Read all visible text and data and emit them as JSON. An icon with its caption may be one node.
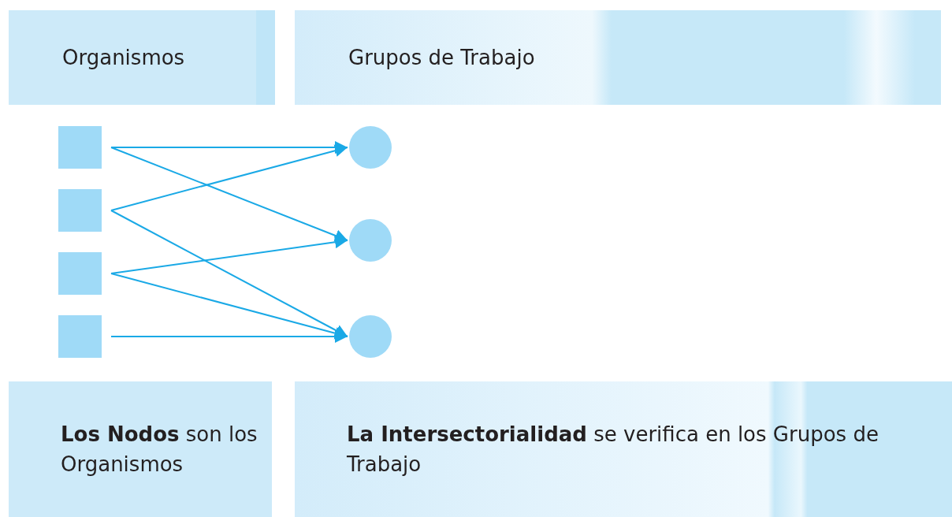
{
  "diagram": {
    "nodes": [
      {
        "text": [
          "Organismos"
        ]
      },
      {
        "text": [
          "Grupos de Trabajo"
        ]
      },
      {
        "text": [],
        "shape": "box"
      },
      {
        "text": [],
        "shape": "box"
      },
      {
        "text": [],
        "shape": "box"
      },
      {
        "text": [],
        "shape": "box"
      },
      {
        "text": [],
        "shape": "circle"
      },
      {
        "text": [],
        "shape": "circle"
      },
      {
        "text": [],
        "shape": "circle"
      },
      {
        "text": [
          "**Los Nodos** son los Organismos"
        ]
      },
      {
        "text": [
          "**La Intersectorialidad** se verifica en los Grupos de Trabajo"
        ]
      }
    ],
    "edges": [
      {
        "from": 2,
        "to": 6,
        "arrow": "to"
      },
      {
        "from": 2,
        "to": 7,
        "arrow": "to"
      },
      {
        "from": 3,
        "to": 6,
        "arrow": "to"
      },
      {
        "from": 3,
        "to": 8,
        "arrow": "to"
      },
      {
        "from": 4,
        "to": 7,
        "arrow": "to"
      },
      {
        "from": 4,
        "to": 8,
        "arrow": "to"
      },
      {
        "from": 5,
        "to": 8,
        "arrow": "to"
      }
    ]
  }
}
